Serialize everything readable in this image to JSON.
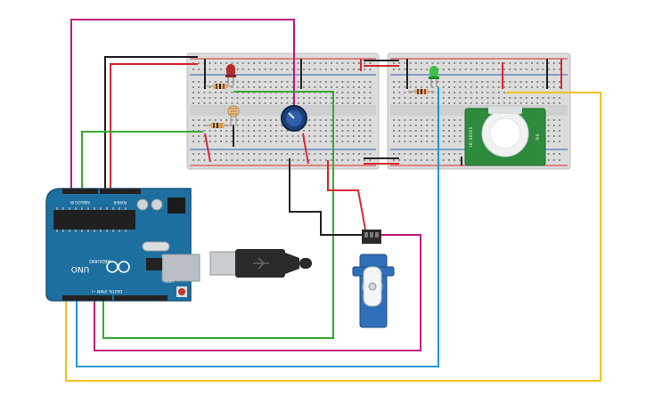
{
  "arduino": {
    "analog_in_label": "ANALOG IN",
    "power_label": "POWER",
    "brand_label": "ARDUINO",
    "model_label": "UNO",
    "digital_label": "DIGITAL (PWM ~)",
    "reset_label": "RESET"
  },
  "pir_sensor": {
    "left_label": "HC-SR501",
    "right_label": "PIR"
  },
  "colors": {
    "wire_red": "#d7282f",
    "wire_black": "#222222",
    "wire_green": "#3aa935",
    "wire_magenta": "#c2187f",
    "wire_blue": "#1e96d6",
    "wire_yellow": "#f2c21b",
    "board_blue": "#1d6f9f",
    "pir_green": "#2e8b3d",
    "servo_blue": "#2f6fb8"
  }
}
